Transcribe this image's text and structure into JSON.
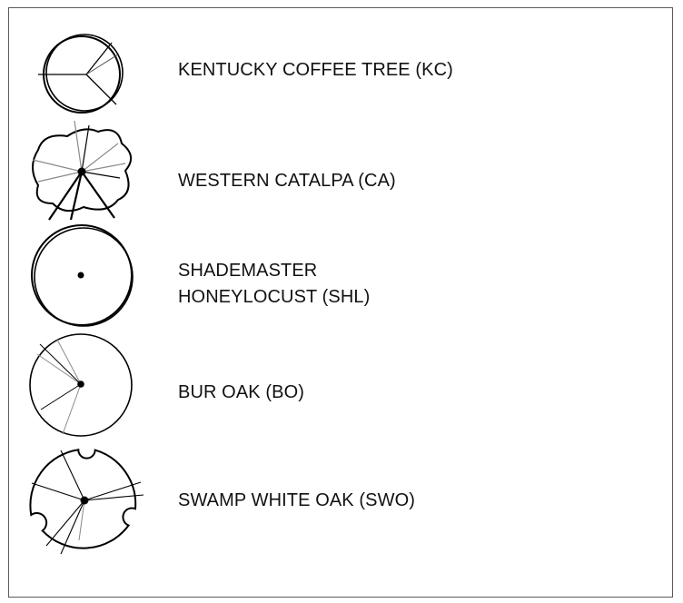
{
  "legend": {
    "items": [
      {
        "symbol": "kentucky-coffee-tree-symbol",
        "label_lines": [
          "KENTUCKY COFFEE TREE (KC)"
        ]
      },
      {
        "symbol": "western-catalpa-symbol",
        "label_lines": [
          "WESTERN CATALPA (CA)"
        ]
      },
      {
        "symbol": "shademaster-honeylocust-symbol",
        "label_lines": [
          "SHADEMASTER",
          "HONEYLOCUST (SHL)"
        ]
      },
      {
        "symbol": "bur-oak-symbol",
        "label_lines": [
          "BUR OAK (BO)"
        ]
      },
      {
        "symbol": "swamp-white-oak-symbol",
        "label_lines": [
          "SWAMP WHITE OAK (SWO)"
        ]
      }
    ]
  },
  "colors": {
    "line": "#000000",
    "light_line": "#8a8a8a",
    "frame": "#5a5a5a",
    "text": "#111111"
  }
}
